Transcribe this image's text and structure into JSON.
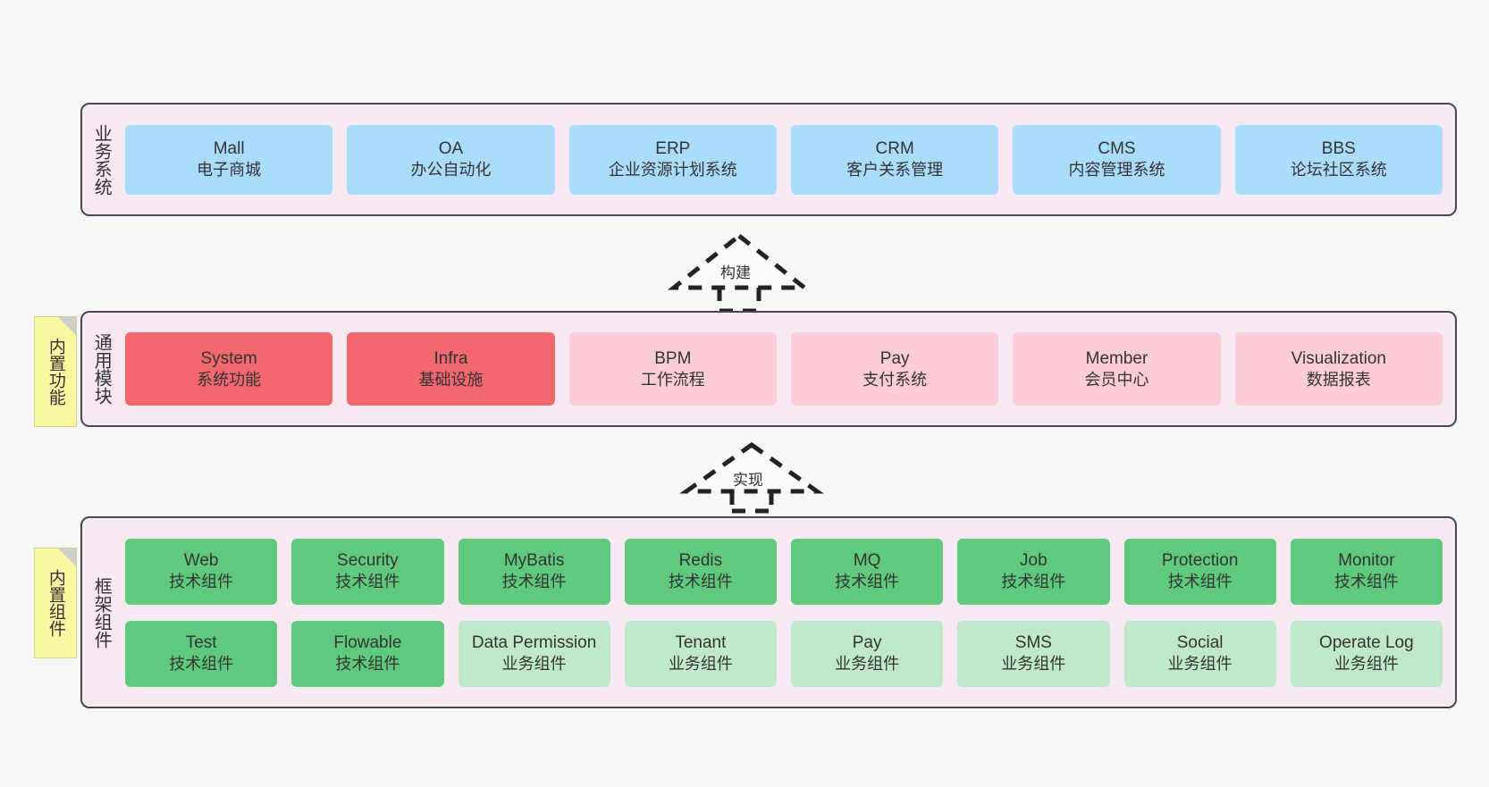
{
  "diagram": {
    "background": "#f7f7f7",
    "panel_fill": "#f7e9f3",
    "panel_stroke": "#4b4453",
    "note_fill": "#fbf8a3"
  },
  "layers": [
    {
      "key": "business",
      "title": "业务系统",
      "note": null,
      "rows": [
        {
          "nodes": [
            {
              "en": "Mall",
              "cn": "电子商城",
              "color": "#aadcfb"
            },
            {
              "en": "OA",
              "cn": "办公自动化",
              "color": "#aadcfb"
            },
            {
              "en": "ERP",
              "cn": "企业资源计划系统",
              "color": "#aadcfb"
            },
            {
              "en": "CRM",
              "cn": "客户关系管理",
              "color": "#aadcfb"
            },
            {
              "en": "CMS",
              "cn": "内容管理系统",
              "color": "#aadcfb"
            },
            {
              "en": "BBS",
              "cn": "论坛社区系统",
              "color": "#aadcfb"
            }
          ]
        }
      ]
    },
    {
      "key": "module",
      "title": "通用模块",
      "note": "内置功能",
      "rows": [
        {
          "nodes": [
            {
              "en": "System",
              "cn": "系统功能",
              "color": "#f2686e"
            },
            {
              "en": "Infra",
              "cn": "基础设施",
              "color": "#f2686e"
            },
            {
              "en": "BPM",
              "cn": "工作流程",
              "color": "#fccdd6"
            },
            {
              "en": "Pay",
              "cn": "支付系统",
              "color": "#fccdd6"
            },
            {
              "en": "Member",
              "cn": "会员中心",
              "color": "#fccdd6"
            },
            {
              "en": "Visualization",
              "cn": "数据报表",
              "color": "#fccdd6"
            }
          ]
        }
      ]
    },
    {
      "key": "framework",
      "title": "框架组件",
      "note": "内置组件",
      "rows": [
        {
          "nodes": [
            {
              "en": "Web",
              "cn": "技术组件",
              "color": "#5fc97d"
            },
            {
              "en": "Security",
              "cn": "技术组件",
              "color": "#5fc97d"
            },
            {
              "en": "MyBatis",
              "cn": "技术组件",
              "color": "#5fc97d"
            },
            {
              "en": "Redis",
              "cn": "技术组件",
              "color": "#5fc97d"
            },
            {
              "en": "MQ",
              "cn": "技术组件",
              "color": "#5fc97d"
            },
            {
              "en": "Job",
              "cn": "技术组件",
              "color": "#5fc97d"
            },
            {
              "en": "Protection",
              "cn": "技术组件",
              "color": "#5fc97d"
            },
            {
              "en": "Monitor",
              "cn": "技术组件",
              "color": "#5fc97d"
            }
          ]
        },
        {
          "nodes": [
            {
              "en": "Test",
              "cn": "技术组件",
              "color": "#5fc97d"
            },
            {
              "en": "Flowable",
              "cn": "技术组件",
              "color": "#5fc97d"
            },
            {
              "en": "Data Permission",
              "cn": "业务组件",
              "color": "#c0e9cb",
              "wrap": true
            },
            {
              "en": "Tenant",
              "cn": "业务组件",
              "color": "#c0e9cb"
            },
            {
              "en": "Pay",
              "cn": "业务组件",
              "color": "#c0e9cb"
            },
            {
              "en": "SMS",
              "cn": "业务组件",
              "color": "#c0e9cb"
            },
            {
              "en": "Social",
              "cn": "业务组件",
              "color": "#c0e9cb"
            },
            {
              "en": "Operate Log",
              "cn": "业务组件",
              "color": "#c0e9cb"
            }
          ]
        }
      ]
    }
  ],
  "connectors": [
    {
      "key": "build",
      "label": "构建"
    },
    {
      "key": "implement",
      "label": "实现"
    }
  ]
}
